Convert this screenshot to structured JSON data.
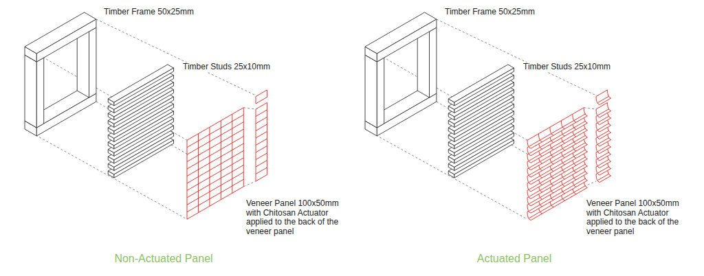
{
  "diagram": {
    "labels": [
      "Timber Frame 50x25mm",
      "Timber Studs 25x10mm",
      "Veneer Panel 100x50mm with Chitosan Actuator applied to the back of the veneer panel",
      "Non-Actuated Panel",
      "Timber Frame 50x25mm",
      "Timber Studs 25x10mm",
      "Veneer Panel 100x50mm with Chitosan Actuator applied to the back of the veneer panel",
      "Actuated Panel"
    ]
  }
}
